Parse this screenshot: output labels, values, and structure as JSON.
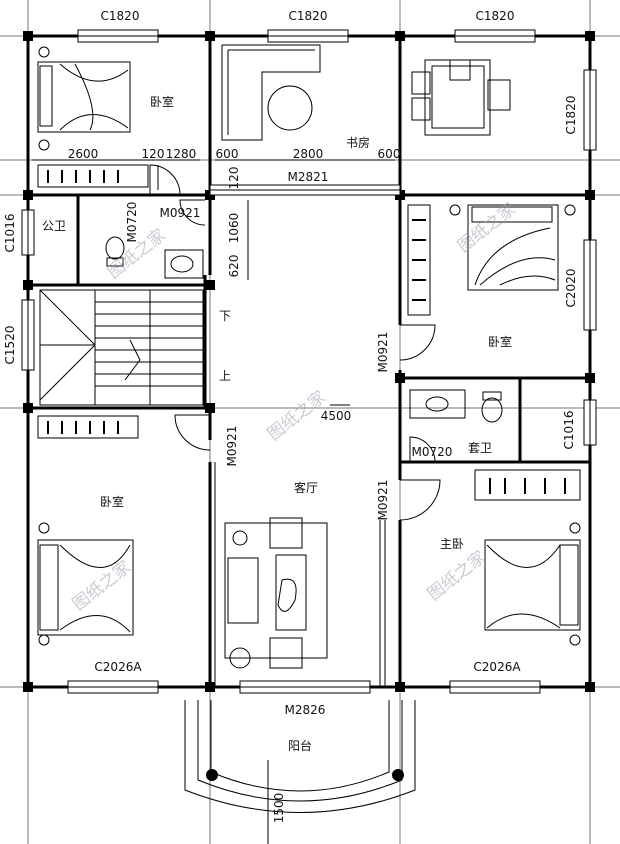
{
  "rooms": {
    "bedroom_nw": "卧室",
    "study": "书房",
    "public_bath": "公卫",
    "bedroom_e": "卧室",
    "living": "客厅",
    "bedroom_w": "卧室",
    "suite_bath": "套卫",
    "master_bedroom": "主卧",
    "balcony": "阳台"
  },
  "stairs": {
    "down": "下",
    "up": "上"
  },
  "codes": {
    "window_top_left": "C1820",
    "window_top_mid": "C1820",
    "window_top_right": "C1820",
    "window_right_study": "C1820",
    "window_right_bedroom": "C2020",
    "window_left_bath": "C1016",
    "window_left_stair": "C1520",
    "window_right_bath": "C1016",
    "window_bottom_left": "C2026A",
    "window_bottom_right": "C2026A",
    "door_study": "M2821",
    "door_public_bath": "M0921",
    "door_public_bath_inner": "M0720",
    "door_bedroom_e": "M0921",
    "door_bedroom_w": "M0921",
    "door_suite_bath": "M0720",
    "door_master": "M0921",
    "door_balcony": "M2826"
  },
  "dimensions": {
    "d2600": "2600",
    "d120a": "120",
    "d1280": "1280",
    "d600a": "600",
    "d2800": "2800",
    "d600b": "600",
    "d120b": "120",
    "d1060": "1060",
    "d620": "620",
    "d4500": "4500",
    "d1500": "1500"
  },
  "watermark": "图纸之家"
}
